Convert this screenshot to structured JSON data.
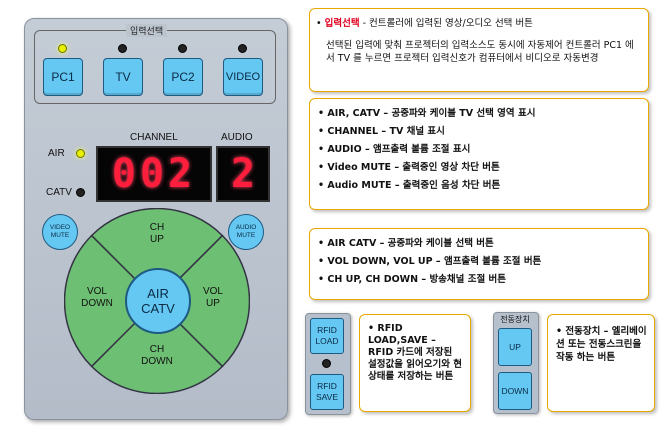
{
  "remote": {
    "input_select_label": "입력선택",
    "inputs": [
      "PC1",
      "TV",
      "PC2",
      "VIDEO"
    ],
    "channel_label": "CHANNEL",
    "audio_label": "AUDIO",
    "channel_value": "002",
    "audio_value": "2",
    "air_label": "AIR",
    "catv_label": "CATV",
    "video_mute": [
      "VIDEO",
      "MUTE"
    ],
    "audio_mute": [
      "AUDIO",
      "MUTE"
    ],
    "ch_up": [
      "CH",
      "UP"
    ],
    "ch_down": [
      "CH",
      "DOWN"
    ],
    "vol_down": [
      "VOL",
      "DOWN"
    ],
    "vol_up": [
      "VOL",
      "UP"
    ],
    "air_catv": [
      "AIR",
      "CATV"
    ]
  },
  "rfid_panel": {
    "load": [
      "RFID",
      "LOAD"
    ],
    "save": [
      "RFID",
      "SAVE"
    ]
  },
  "screen_panel": {
    "title": "전동장치",
    "up": "UP",
    "down": "DOWN"
  },
  "notes": {
    "note1": {
      "bullet": "• ",
      "title": "입력선택",
      "line1_rest": " - 컨트롤러에 입력된 영상/오디오 선택 버튼",
      "para": "선택된 입력에 맞춰 프로젝터의 입력소스도 동시에 자동제어 컨트롤러 PC1 에서 TV 를 누르면 프로젝터 입력신호가 컴퓨터에서 비디오로 자동변경"
    },
    "note2": [
      "• AIR, CATV – 공중파와 케이블 TV 선택 영역 표시",
      "• CHANNEL – TV 채널 표시",
      "• AUDIO – 앰프출력 볼륨 조절 표시",
      "• Video MUTE – 출력중인 영상 차단 버튼",
      "• Audio MUTE – 출력중인 음성 차단 버튼"
    ],
    "note3": [
      "• AIR CATV – 공중파와 케이블 선택 버튼",
      "• VOL DOWN, VOL UP – 앰프출력 볼륨 조절 버튼",
      "• CH UP, CH DOWN – 방송채널 조절 버튼"
    ],
    "note4": "• RFID LOAD,SAVE – RFID 카드에 저장된 설정값을 읽어오기와 현상태를 저장하는 버튼",
    "note5": "• 전동장치 – 엘리베이션 또는 전동스크린을 작동 하는 버튼"
  },
  "colors": {
    "button_blue": "#64c8f3",
    "pad_green": "#6dbf73",
    "display_red": "#ff1e3c",
    "led_yellow": "#e6f000",
    "note_border": "#e8a800",
    "note_title_red": "#e0001e"
  }
}
